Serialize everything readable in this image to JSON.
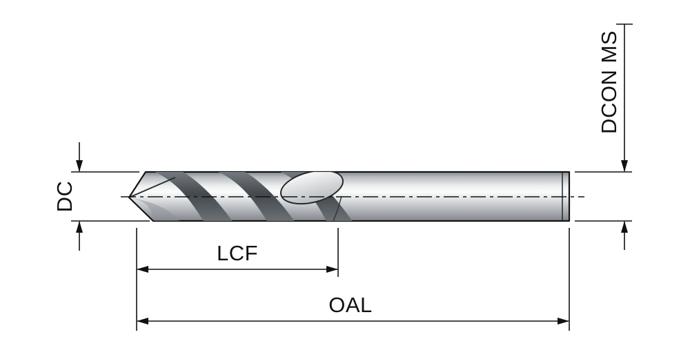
{
  "diagram": {
    "type": "technical-dimension-drawing",
    "labels": {
      "dc": "DC",
      "lcf": "LCF",
      "oal": "OAL",
      "dcon_ms": "DCON MS"
    },
    "colors": {
      "background": "#ffffff",
      "line": "#111111",
      "metal_highlight": "#fbfcfc",
      "metal_mid": "#b8bcc0",
      "metal_shadow": "#7e8388",
      "flute_dark": "#43484d"
    }
  }
}
